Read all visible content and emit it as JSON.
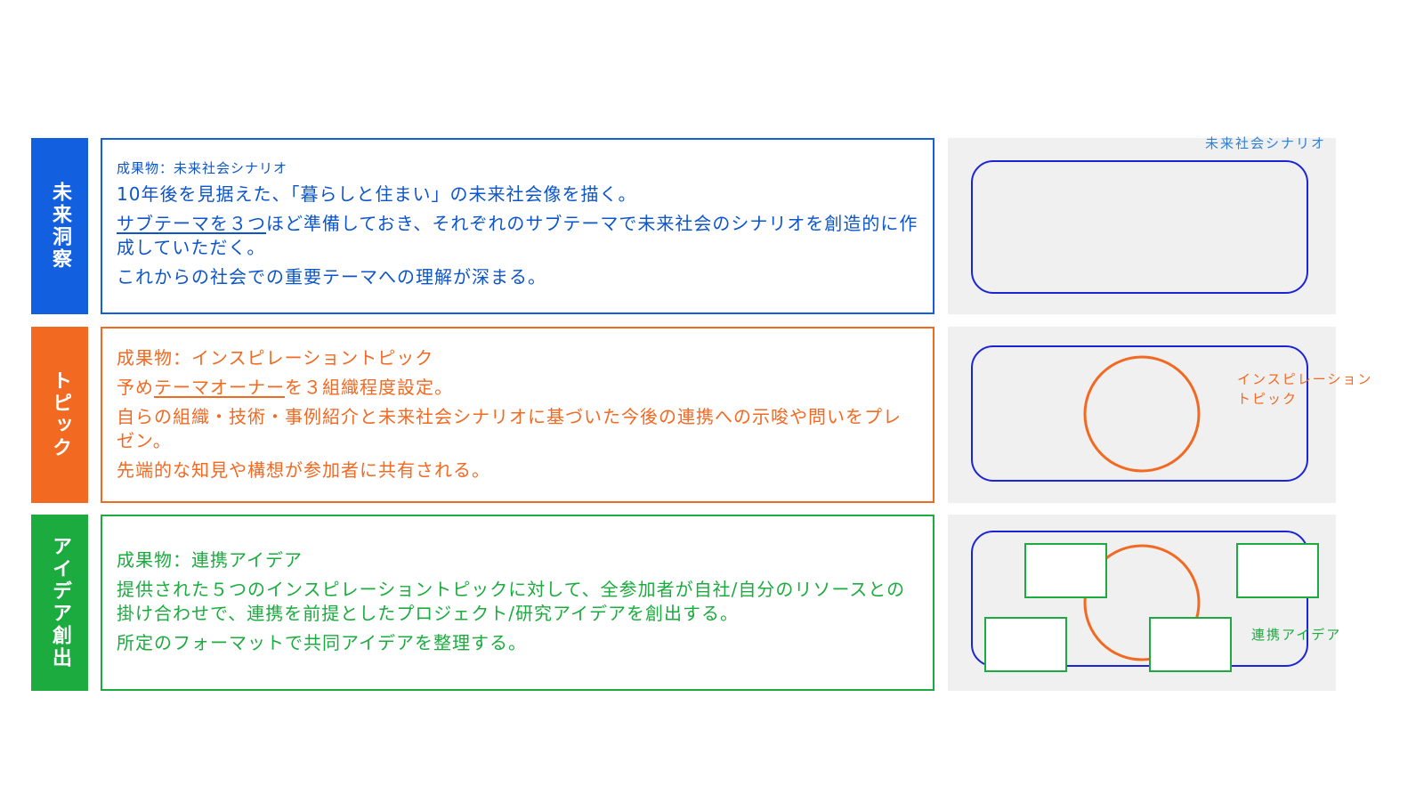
{
  "colors": {
    "blue": "#1260e0",
    "blue_text": "#0d55c8",
    "orange": "#f26922",
    "green": "#1cab3f",
    "panel_bg": "#f0f0f0",
    "diagram_frame": "#1c25d6"
  },
  "rows": [
    {
      "tag": "未来洞察",
      "deliverable": "成果物：未来社会シナリオ",
      "line1": "10年後を見据えた、「暮らしと住まい」の未来社会像を描く。",
      "line2_underlined": "サブテーマを３つ",
      "line2_rest": "ほど準備しておき、それぞれのサブテーマで未来社会のシナリオを創造的に作成していただく。",
      "line3": "これからの社会での重要テーマへの理解が深まる。",
      "diagram_label": "未来社会シナリオ"
    },
    {
      "tag": "トピック",
      "deliverable": "成果物：インスピレーショントピック",
      "line1_prefix": "予め",
      "line1_underlined": "テーマオーナー",
      "line1_suffix": "を３組織程度設定。",
      "line2": "自らの組織・技術・事例紹介と未来社会シナリオに基づいた今後の連携への示唆や問いをプレゼン。",
      "line3": "先端的な知見や構想が参加者に共有される。",
      "diagram_label_1": "インスピレーション",
      "diagram_label_2": "トピック"
    },
    {
      "tag": "アイデア創出",
      "deliverable": "成果物：連携アイデア",
      "line1": "提供された５つのインスピレーショントピックに対して、全参加者が自社/自分のリソースとの掛け合わせで、連携を前提としたプロジェクト/研究アイデアを創出する。",
      "line2": "所定のフォーマットで共同アイデアを整理する。",
      "diagram_label": "連携アイデア"
    }
  ]
}
